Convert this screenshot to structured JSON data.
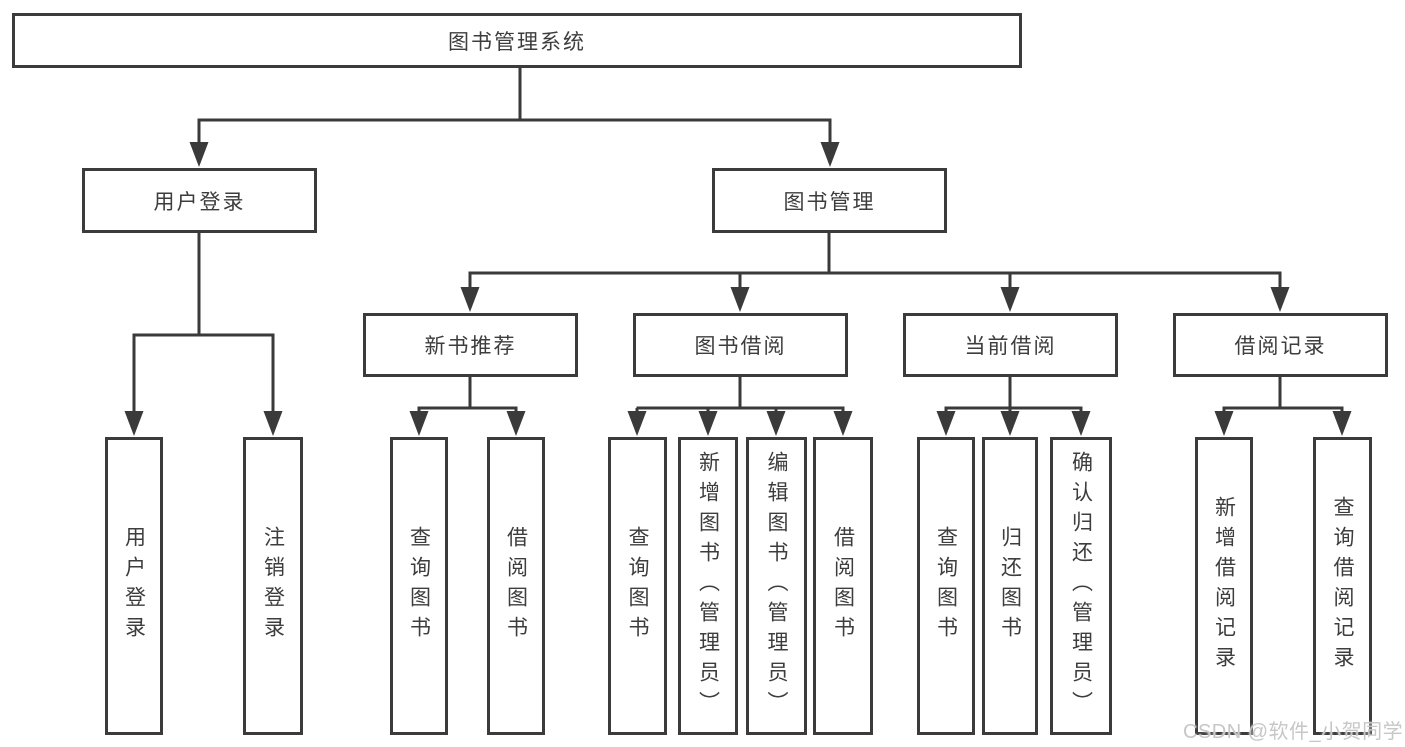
{
  "tree": {
    "root": {
      "label": "图书管理系统"
    },
    "children": [
      {
        "label": "用户登录",
        "children": [
          {
            "label": "用户登录"
          },
          {
            "label": "注销登录"
          }
        ]
      },
      {
        "label": "图书管理",
        "children": [
          {
            "label": "新书推荐",
            "children": [
              {
                "label": "查询图书"
              },
              {
                "label": "借阅图书"
              }
            ]
          },
          {
            "label": "图书借阅",
            "children": [
              {
                "label": "查询图书"
              },
              {
                "label": "新增图书（管理员）"
              },
              {
                "label": "编辑图书（管理员）"
              },
              {
                "label": "借阅图书"
              }
            ]
          },
          {
            "label": "当前借阅",
            "children": [
              {
                "label": "查询图书"
              },
              {
                "label": "归还图书"
              },
              {
                "label": "确认归还（管理员）"
              }
            ]
          },
          {
            "label": "借阅记录",
            "children": [
              {
                "label": "新增借阅记录"
              },
              {
                "label": "查询借阅记录"
              }
            ]
          }
        ]
      }
    ]
  },
  "watermark": {
    "text": "CSDN @软件_小贺同学"
  },
  "style": {
    "line_color": "#3a3a3a",
    "border_color": "#3b3b3b",
    "text_color": "#3d3d3d",
    "watermark_color": "#c7c7c7",
    "background": "#ffffff"
  }
}
